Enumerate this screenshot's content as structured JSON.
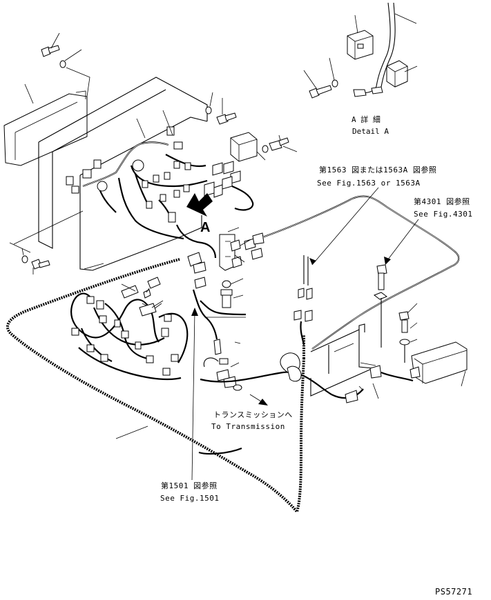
{
  "detail": {
    "title_ja": "A 詳 細",
    "title_en": "Detail A"
  },
  "view_marker": "A",
  "refs": [
    {
      "ja": "第1563 図または1563A 図参照",
      "en": "See Fig.1563 or 1563A"
    },
    {
      "ja": "第4301 図参照",
      "en": "See Fig.4301"
    },
    {
      "ja": "トランスミッションへ",
      "en": "To Transmission"
    },
    {
      "ja": "第1501 図参照",
      "en": "See Fig.1501"
    }
  ],
  "drawing_number": "PS57271"
}
